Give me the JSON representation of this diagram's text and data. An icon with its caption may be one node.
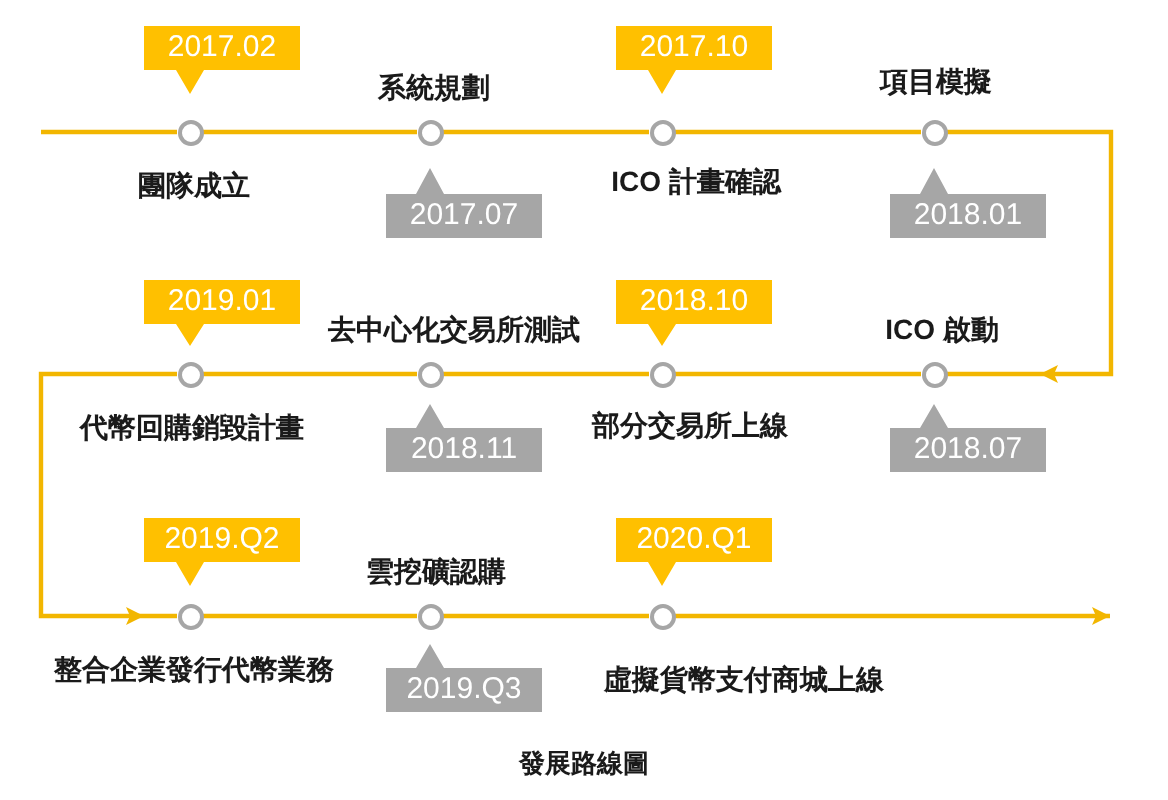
{
  "diagram": {
    "caption": "發展路線圖",
    "nodes": [
      {
        "text": [
          "2017.02"
        ]
      },
      {
        "text": [],
        "shape": "circle",
        "beside": [
          "團隊成立"
        ]
      },
      {
        "text": [
          "2017.07"
        ]
      },
      {
        "text": [],
        "shape": "circle",
        "beside": [
          "系統規劃"
        ]
      },
      {
        "text": [
          "2017.10"
        ]
      },
      {
        "text": [],
        "shape": "circle",
        "beside": [
          "ICO 計畫確認"
        ]
      },
      {
        "text": [
          "2018.01"
        ]
      },
      {
        "text": [],
        "shape": "circle",
        "beside": [
          "項目模擬"
        ]
      },
      {
        "text": [
          "2018.07"
        ]
      },
      {
        "text": [],
        "shape": "circle",
        "beside": [
          "ICO 啟動"
        ]
      },
      {
        "text": [
          "2018.10"
        ]
      },
      {
        "text": [],
        "shape": "circle",
        "beside": [
          "部分交易所上線"
        ]
      },
      {
        "text": [
          "2018.11"
        ]
      },
      {
        "text": [],
        "shape": "circle",
        "beside": [
          "去中心化交易所測試"
        ]
      },
      {
        "text": [
          "2019.01"
        ]
      },
      {
        "text": [],
        "shape": "circle",
        "beside": [
          "代幣回購銷毀計畫"
        ]
      },
      {
        "text": [
          "2019.Q2"
        ]
      },
      {
        "text": [],
        "shape": "circle",
        "beside": [
          "整合企業發行代幣業務"
        ]
      },
      {
        "text": [
          "2019.Q3"
        ]
      },
      {
        "text": [],
        "shape": "circle",
        "beside": [
          "雲挖礦認購"
        ]
      },
      {
        "text": [
          "2020.Q1"
        ]
      },
      {
        "text": [],
        "shape": "circle",
        "beside": [
          "虛擬貨幣支付商城上線"
        ]
      }
    ],
    "edges": [
      {
        "from": null,
        "to": 1,
        "arrow": "none"
      },
      {
        "from": 1,
        "to": 3,
        "arrow": "none"
      },
      {
        "from": 3,
        "to": 5,
        "arrow": "none"
      },
      {
        "from": 5,
        "to": 7,
        "arrow": "none"
      },
      {
        "from": 7,
        "to": 9,
        "arrow": "to"
      },
      {
        "from": 9,
        "to": 11,
        "arrow": "none"
      },
      {
        "from": 11,
        "to": 13,
        "arrow": "none"
      },
      {
        "from": 13,
        "to": 15,
        "arrow": "none"
      },
      {
        "from": 15,
        "to": 17,
        "arrow": "to"
      },
      {
        "from": 17,
        "to": 19,
        "arrow": "none"
      },
      {
        "from": 19,
        "to": 21,
        "arrow": "none"
      },
      {
        "from": 21,
        "to": null,
        "arrow": "to"
      }
    ]
  }
}
